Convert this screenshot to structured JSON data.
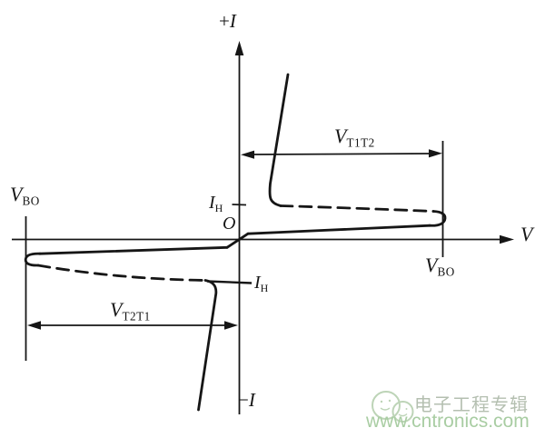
{
  "figure": {
    "background": "#ffffff",
    "ink_color": "#161616",
    "description": "TRIAC (bidirectional thyristor) volt-ampere characteristic curve"
  },
  "axis_labels": {
    "positive_current": {
      "sign": "+",
      "letter": "I"
    },
    "negative_current": {
      "sign": "−",
      "letter": "I"
    },
    "voltage": "V",
    "origin": "O"
  },
  "annotations": {
    "vbo_left": {
      "base": "V",
      "sub": "BO"
    },
    "vbo_right": {
      "base": "V",
      "sub": "BO"
    },
    "ih_upper": {
      "base": "I",
      "sub": "H"
    },
    "ih_lower": {
      "base": "I",
      "sub": "H"
    },
    "vt1t2": {
      "base": "V",
      "sub": "T1T2"
    },
    "vt2t1": {
      "base": "V",
      "sub": "T2T1"
    }
  },
  "curve": {
    "type": "triac-vi-characteristic",
    "quadrant1_segments": [
      "steep on-state conduction line",
      "holding-current knee at IH",
      "dashed negative-resistance transition",
      "breakover hook at +VBO",
      "off-state leakage line back to origin"
    ],
    "quadrant3_segments": [
      "off-state leakage line from origin",
      "breakover hook at -VBO",
      "dashed negative-resistance transition",
      "holding-current knee at -IH",
      "steep on-state conduction line downward"
    ]
  },
  "watermark": {
    "brand": "电子工程专辑",
    "url": "www.cntronics.com",
    "brand_color": "#b4bfb0",
    "url_color": "#a9cda3",
    "logo": "two-smiley-circles-logo",
    "logo_color": "#bdd4b7"
  }
}
